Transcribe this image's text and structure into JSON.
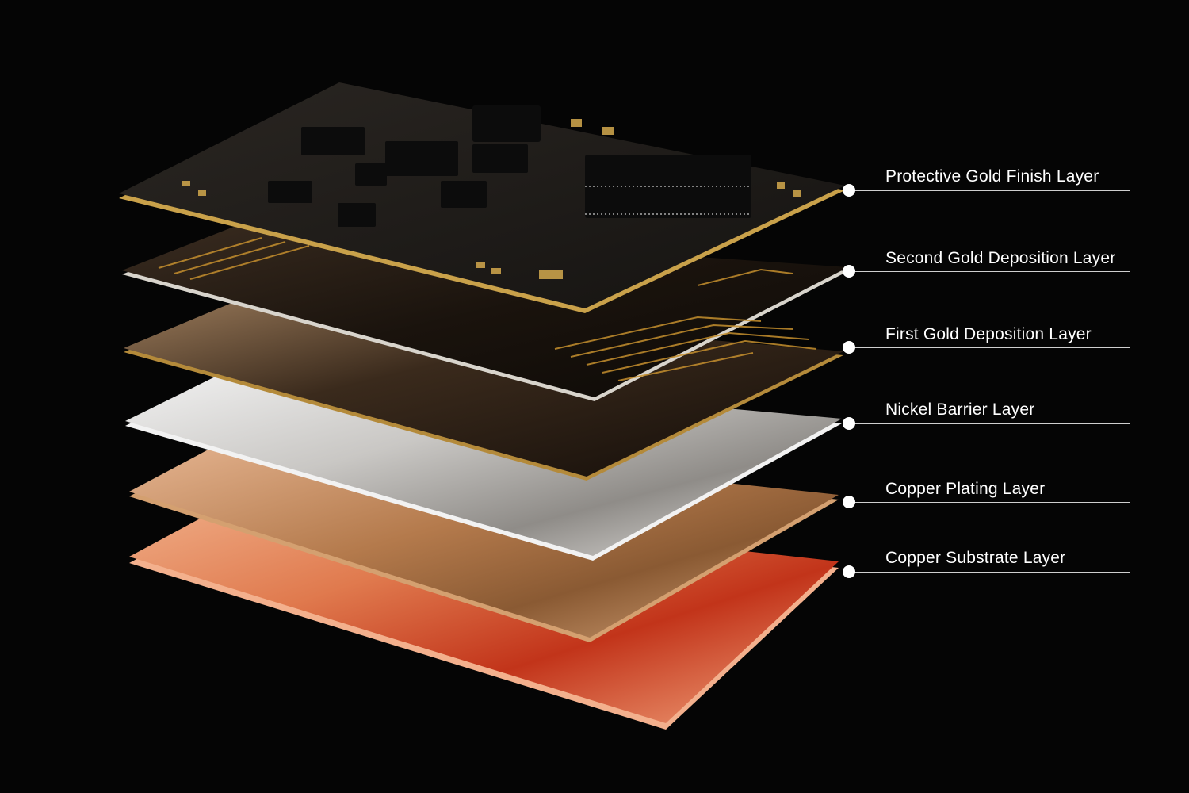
{
  "layers": [
    {
      "label": "Protective Gold Finish Layer",
      "material": "gold-finished circuit board",
      "color": "#c9a14a"
    },
    {
      "label": "Second Gold Deposition Layer",
      "material": "gold traces on glass",
      "color": "#b8862c"
    },
    {
      "label": "First Gold Deposition Layer",
      "material": "dark gold film",
      "color": "#6b4a2a"
    },
    {
      "label": "Nickel Barrier Layer",
      "material": "nickel sheet",
      "color": "#d9d9d9"
    },
    {
      "label": "Copper Plating Layer",
      "material": "copper plating",
      "color": "#d9a077"
    },
    {
      "label": "Copper Substrate Layer",
      "material": "copper substrate",
      "color": "#e06a3c"
    }
  ]
}
